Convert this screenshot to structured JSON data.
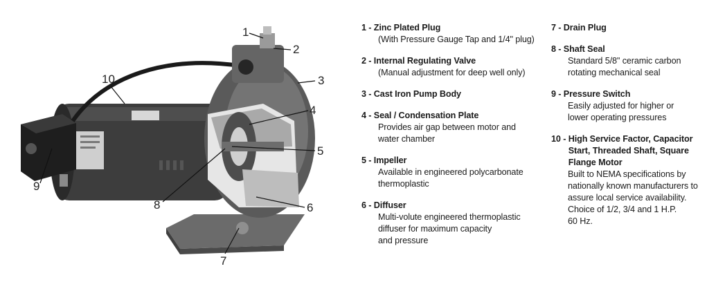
{
  "callouts": [
    "1",
    "2",
    "3",
    "4",
    "5",
    "6",
    "7",
    "8",
    "9",
    "10"
  ],
  "parts": [
    {
      "num": "1 - ",
      "title": "Zinc Plated Plug",
      "desc": "(With Pressure Gauge Tap and 1/4\" plug)"
    },
    {
      "num": "2 - ",
      "title": "Internal Regulating Valve",
      "desc": "(Manual adjustment for deep well only)"
    },
    {
      "num": "3 - ",
      "title": "Cast Iron Pump Body",
      "desc": ""
    },
    {
      "num": "4 - ",
      "title": "Seal / Condensation Plate",
      "desc": "Provides air gap between motor and\nwater chamber"
    },
    {
      "num": "5 - ",
      "title": "Impeller",
      "desc": "Available in engineered polycarbonate\nthermoplastic"
    },
    {
      "num": "6 - ",
      "title": "Diffuser",
      "desc": "Multi-volute engineered thermoplastic\ndiffuser for maximum capacity\nand pressure"
    },
    {
      "num": "7 - ",
      "title": "Drain Plug",
      "desc": ""
    },
    {
      "num": "8 - ",
      "title": "Shaft Seal",
      "desc": "Standard 5/8\" ceramic carbon\nrotating mechanical seal"
    },
    {
      "num": "9 - ",
      "title": "Pressure Switch",
      "desc": "Easily adjusted for higher or\nlower operating pressures"
    },
    {
      "num": "10 - ",
      "title": "High Service Factor, Capacitor\nStart, Threaded Shaft, Square\nFlange Motor",
      "desc": "Built to NEMA specifications by\nnationally known manufacturers to\nassure local service availability.\nChoice of 1/2, 3/4 and 1 H.P.\n60 Hz."
    }
  ]
}
